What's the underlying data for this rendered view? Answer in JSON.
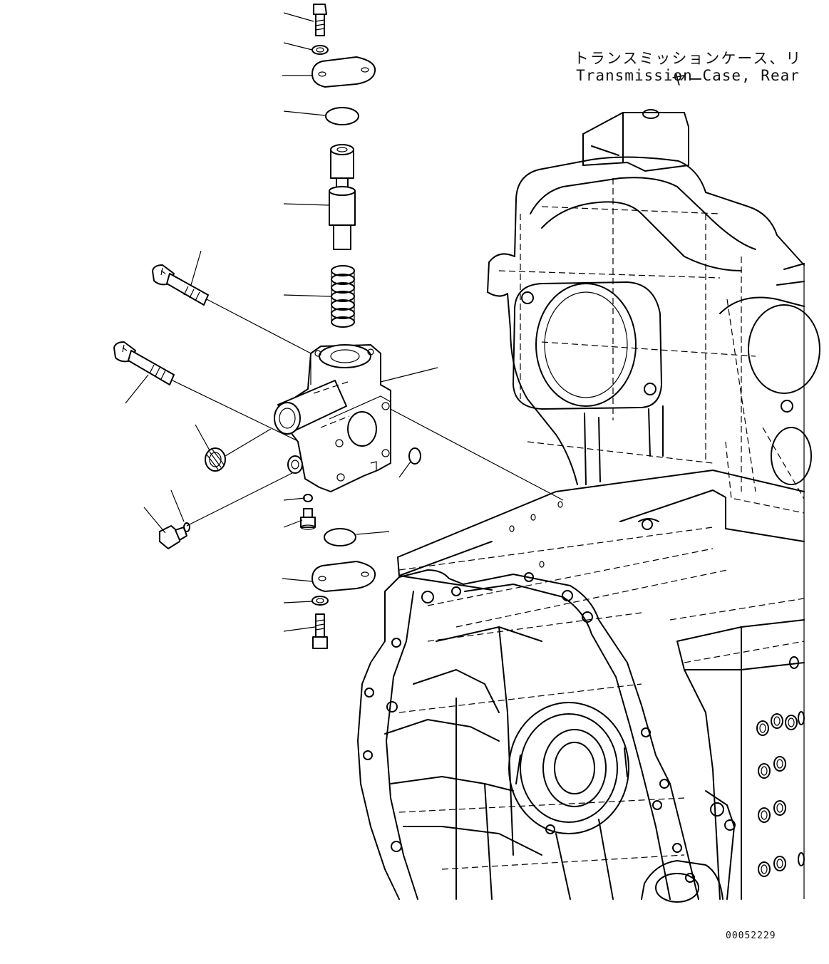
{
  "labels": {
    "case_label_jp": "トランスミッションケース、リヤー",
    "case_label_en": "Transmission Case, Rear",
    "drawing_number": "00052229"
  }
}
